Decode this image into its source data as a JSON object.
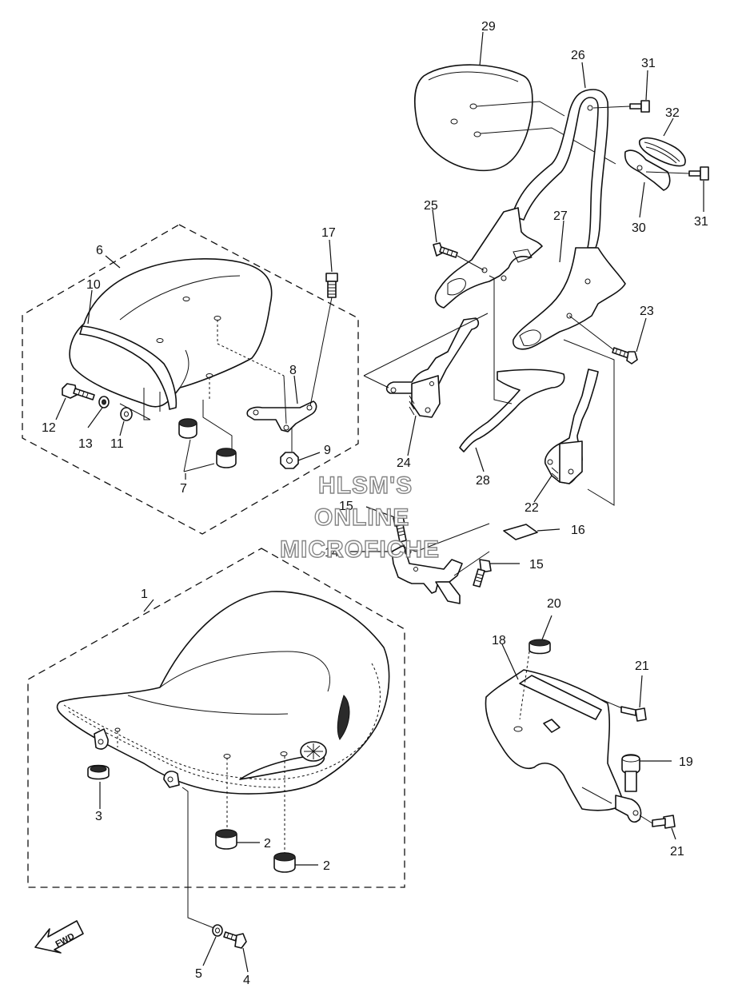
{
  "callouts": {
    "n1": "1",
    "n2a": "2",
    "n2b": "2",
    "n3": "3",
    "n4": "4",
    "n5": "5",
    "n6": "6",
    "n7": "7",
    "n8": "8",
    "n9": "9",
    "n10": "10",
    "n11": "11",
    "n12": "12",
    "n13": "13",
    "n14": "14",
    "n15a": "15",
    "n15b": "15",
    "n16": "16",
    "n17": "17",
    "n18": "18",
    "n19": "19",
    "n20": "20",
    "n21a": "21",
    "n21b": "21",
    "n22": "22",
    "n23": "23",
    "n24": "24",
    "n25": "25",
    "n26": "26",
    "n27": "27",
    "n28": "28",
    "n29": "29",
    "n30": "30",
    "n31a": "31",
    "n31b": "31",
    "n32": "32"
  },
  "watermark": {
    "line1": "HLSM'S",
    "line2": "ONLINE",
    "line3": "MICROFICHE"
  },
  "fwd_label": "FWD"
}
